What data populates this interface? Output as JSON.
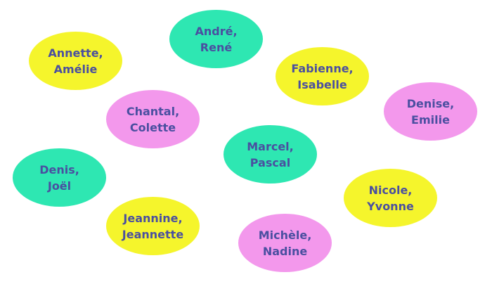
{
  "colors": {
    "yellow": "#f5f52c",
    "pink": "#f398ec",
    "green": "#2ee7b2",
    "text": "#4a4fa0"
  },
  "ovals": [
    {
      "line1": "Annette,",
      "line2": "Amélie",
      "color": "yellow"
    },
    {
      "line1": "André,",
      "line2": "René",
      "color": "green"
    },
    {
      "line1": "Fabienne,",
      "line2": "Isabelle",
      "color": "yellow"
    },
    {
      "line1": "Chantal,",
      "line2": "Colette",
      "color": "pink"
    },
    {
      "line1": "Denise,",
      "line2": "Emilie",
      "color": "pink"
    },
    {
      "line1": "Marcel,",
      "line2": "Pascal",
      "color": "green"
    },
    {
      "line1": "Denis,",
      "line2": "Joël",
      "color": "green"
    },
    {
      "line1": "Nicole,",
      "line2": "Yvonne",
      "color": "yellow"
    },
    {
      "line1": "Jeannine,",
      "line2": "Jeannette",
      "color": "yellow"
    },
    {
      "line1": "Michèle,",
      "line2": "Nadine",
      "color": "pink"
    }
  ]
}
